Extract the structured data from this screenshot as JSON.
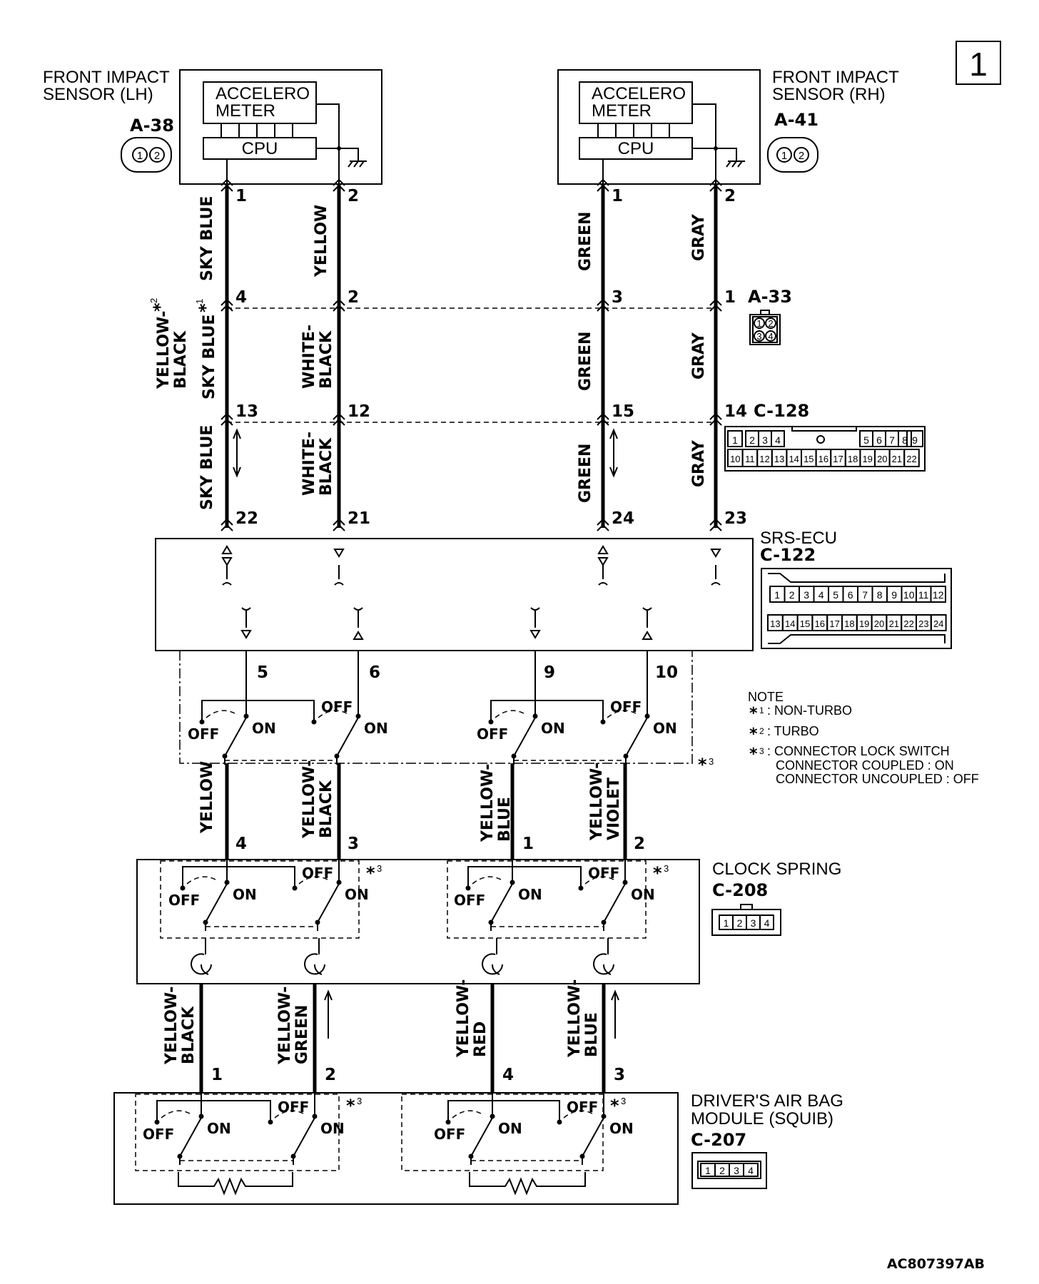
{
  "page_number": "1",
  "figure_code": "AC807397AB",
  "components": {
    "sensor_lh": {
      "title_1": "FRONT IMPACT",
      "title_2": "SENSOR (LH)",
      "connector": "A-38",
      "accel_1": "ACCELERO",
      "accel_2": "METER",
      "cpu": "CPU"
    },
    "sensor_rh": {
      "title_1": "FRONT IMPACT",
      "title_2": "SENSOR (RH)",
      "connector": "A-41",
      "accel_1": "ACCELERO",
      "accel_2": "METER",
      "cpu": "CPU"
    },
    "a33": {
      "connector": "A-33"
    },
    "c128": {
      "connector": "C-128"
    },
    "srs_ecu": {
      "title": "SRS-ECU",
      "connector": "C-122"
    },
    "clock_spring": {
      "title": "CLOCK SPRING",
      "connector": "C-208"
    },
    "airbag": {
      "title_1": "DRIVER'S AIR BAG",
      "title_2": "MODULE (SQUIB)",
      "connector": "C-207"
    }
  },
  "wire_labels": [
    {
      "id": "w-sky-blue-1",
      "lines": [
        "SKY BLUE"
      ]
    },
    {
      "id": "w-yellow-1",
      "lines": [
        "YELLOW"
      ]
    },
    {
      "id": "w-green-1",
      "lines": [
        "GREEN"
      ]
    },
    {
      "id": "w-gray-1",
      "lines": [
        "GRAY"
      ]
    },
    {
      "id": "w-yellow-black-t",
      "lines": [
        "YELLOW-",
        "BLACK"
      ],
      "star": "*",
      "sup": "2"
    },
    {
      "id": "w-sky-blue-nt",
      "lines": [
        "SKY BLUE"
      ],
      "star": "*",
      "sup": "1"
    },
    {
      "id": "w-white-black-1",
      "lines": [
        "WHITE-",
        "BLACK"
      ]
    },
    {
      "id": "w-green-2",
      "lines": [
        "GREEN"
      ]
    },
    {
      "id": "w-gray-2",
      "lines": [
        "GRAY"
      ]
    },
    {
      "id": "w-sky-blue-3",
      "lines": [
        "SKY BLUE"
      ]
    },
    {
      "id": "w-white-black-2",
      "lines": [
        "WHITE-",
        "BLACK"
      ]
    },
    {
      "id": "w-green-3",
      "lines": [
        "GREEN"
      ]
    },
    {
      "id": "w-gray-3",
      "lines": [
        "GRAY"
      ]
    },
    {
      "id": "w-yellow-2",
      "lines": [
        "YELLOW"
      ]
    },
    {
      "id": "w-yellow-black-2",
      "lines": [
        "YELLOW-",
        "BLACK"
      ]
    },
    {
      "id": "w-yellow-blue-1",
      "lines": [
        "YELLOW-",
        "BLUE"
      ]
    },
    {
      "id": "w-yellow-violet",
      "lines": [
        "YELLOW-",
        "VIOLET"
      ]
    },
    {
      "id": "w-yellow-black-3",
      "lines": [
        "YELLOW-",
        "BLACK"
      ]
    },
    {
      "id": "w-yellow-green",
      "lines": [
        "YELLOW-",
        "GREEN"
      ]
    },
    {
      "id": "w-yellow-red",
      "lines": [
        "YELLOW-",
        "RED"
      ]
    },
    {
      "id": "w-yellow-blue-2",
      "lines": [
        "YELLOW-",
        "BLUE"
      ]
    }
  ],
  "pin_labels": [
    {
      "id": "p-lh-1",
      "text": "1"
    },
    {
      "id": "p-lh-2",
      "text": "2"
    },
    {
      "id": "p-rh-1",
      "text": "1"
    },
    {
      "id": "p-rh-2",
      "text": "2"
    },
    {
      "id": "p-a33-4",
      "text": "4"
    },
    {
      "id": "p-a33-2",
      "text": "2"
    },
    {
      "id": "p-a33-3",
      "text": "3"
    },
    {
      "id": "p-a33-1",
      "text": "1"
    },
    {
      "id": "p-c128-13",
      "text": "13"
    },
    {
      "id": "p-c128-12",
      "text": "12"
    },
    {
      "id": "p-c128-15",
      "text": "15"
    },
    {
      "id": "p-c128-14",
      "text": "14"
    },
    {
      "id": "p-ecu-22",
      "text": "22"
    },
    {
      "id": "p-ecu-21",
      "text": "21"
    },
    {
      "id": "p-ecu-24",
      "text": "24"
    },
    {
      "id": "p-ecu-23",
      "text": "23"
    },
    {
      "id": "p-ecu-5",
      "text": "5"
    },
    {
      "id": "p-ecu-6",
      "text": "6"
    },
    {
      "id": "p-ecu-9",
      "text": "9"
    },
    {
      "id": "p-ecu-10",
      "text": "10"
    },
    {
      "id": "p-cs-4",
      "text": "4"
    },
    {
      "id": "p-cs-3",
      "text": "3"
    },
    {
      "id": "p-cs-1",
      "text": "1"
    },
    {
      "id": "p-cs-2",
      "text": "2"
    },
    {
      "id": "p-ab-1",
      "text": "1"
    },
    {
      "id": "p-ab-2",
      "text": "2"
    },
    {
      "id": "p-ab-4",
      "text": "4"
    },
    {
      "id": "p-ab-3",
      "text": "3"
    }
  ],
  "switch_text": {
    "off": "OFF",
    "on": "ON"
  },
  "connector_pins": {
    "a38": [
      "1",
      "2"
    ],
    "a41": [
      "1",
      "2"
    ],
    "a33": [
      "1",
      "2",
      "3",
      "4"
    ],
    "c128_top": [
      "1",
      "2",
      "3",
      "4",
      "5",
      "6",
      "7",
      "8",
      "9"
    ],
    "c128_bottom": [
      "10",
      "11",
      "12",
      "13",
      "14",
      "15",
      "16",
      "17",
      "18",
      "19",
      "20",
      "21",
      "22"
    ],
    "c122_top": [
      "1",
      "2",
      "3",
      "4",
      "5",
      "6",
      "7",
      "8",
      "9",
      "10",
      "11",
      "12"
    ],
    "c122_bottom": [
      "13",
      "14",
      "15",
      "16",
      "17",
      "18",
      "19",
      "20",
      "21",
      "22",
      "23",
      "24"
    ],
    "c208": [
      "1",
      "2",
      "3",
      "4"
    ],
    "c207": [
      "1",
      "2",
      "3",
      "4"
    ]
  },
  "note": {
    "title": "NOTE",
    "items": [
      {
        "sup": "1",
        "text": ": NON-TURBO"
      },
      {
        "sup": "2",
        "text": ": TURBO"
      },
      {
        "sup": "3",
        "text": ": CONNECTOR LOCK SWITCH",
        "extra": [
          "CONNECTOR COUPLED : ON",
          "CONNECTOR UNCOUPLED : OFF"
        ]
      }
    ]
  },
  "lock_switch_mark": {
    "star": "*",
    "sup": "3"
  }
}
